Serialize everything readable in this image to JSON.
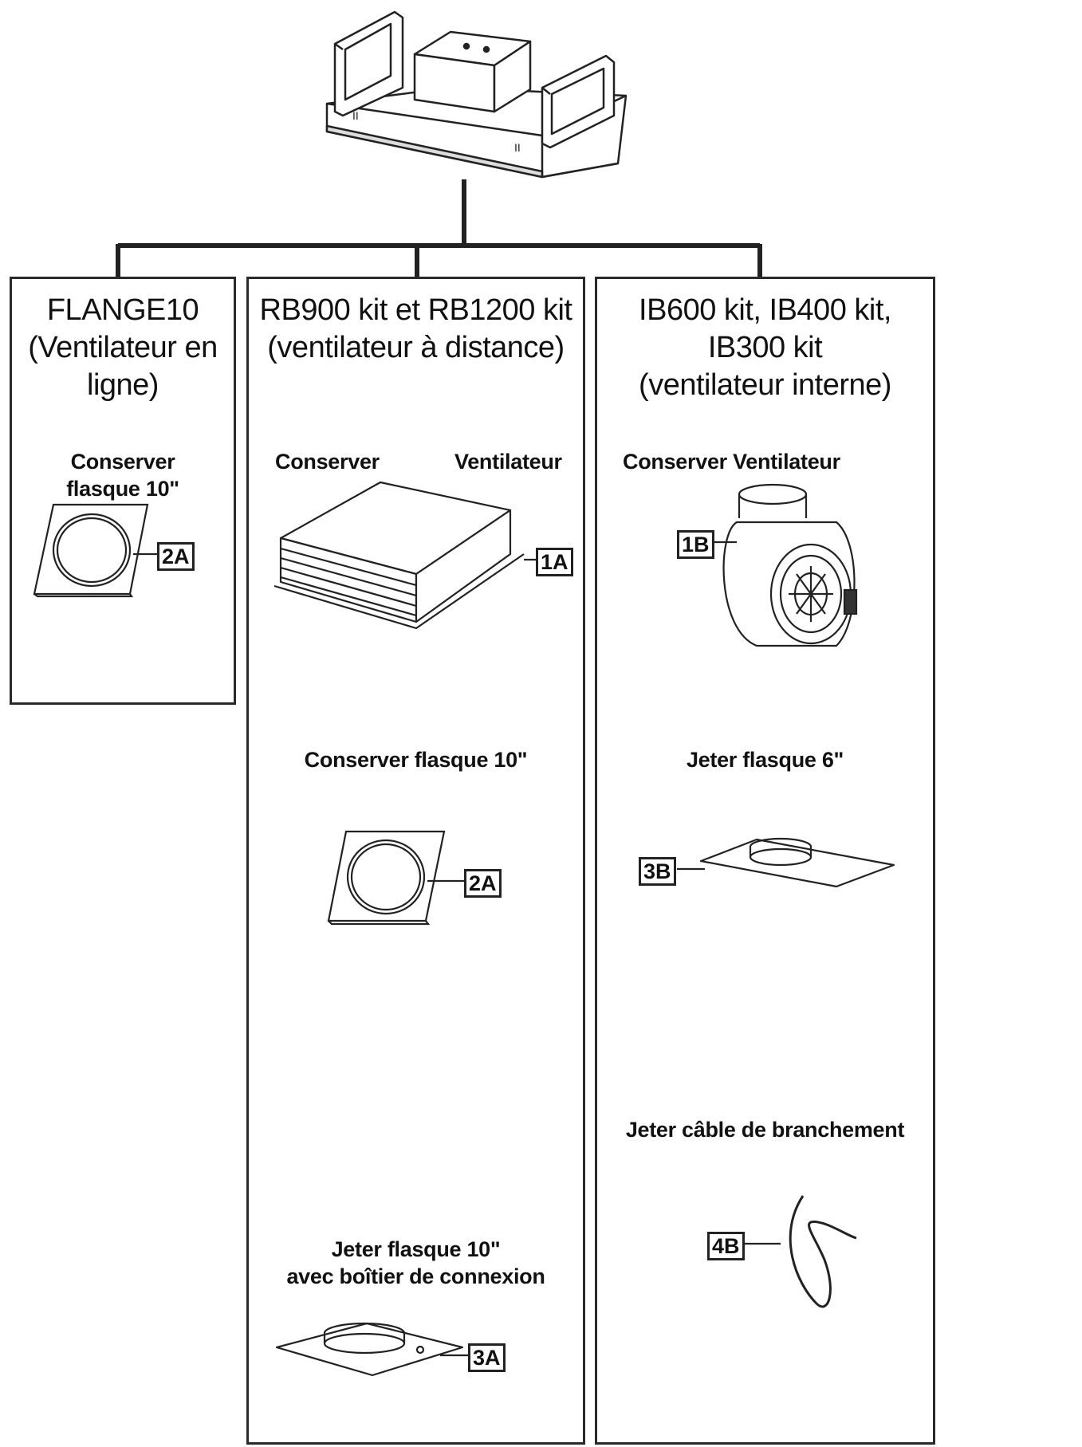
{
  "columns": [
    {
      "title_lines": [
        "FLANGE10",
        "(Ventilateur en",
        "ligne)"
      ],
      "items": [
        {
          "label_lines": [
            "Conserver",
            "flasque 10\""
          ],
          "tag": "2A"
        }
      ]
    },
    {
      "title_lines": [
        "RB900 kit et RB1200 kit",
        "(ventilateur à distance)"
      ],
      "items": [
        {
          "label_left": "Conserver",
          "label_right": "Ventilateur",
          "tag": "1A"
        },
        {
          "label_lines": [
            "Conserver flasque 10\""
          ],
          "tag": "2A"
        },
        {
          "label_lines": [
            "Jeter flasque 10\"",
            "avec boîtier de connexion"
          ],
          "tag": "3A"
        }
      ]
    },
    {
      "title_lines": [
        "IB600 kit, IB400 kit,",
        "IB300 kit",
        "(ventilateur interne)"
      ],
      "items": [
        {
          "label_lines": [
            "Conserver Ventilateur"
          ],
          "tag": "1B"
        },
        {
          "label_lines": [
            "Jeter flasque 6\""
          ],
          "tag": "3B"
        },
        {
          "label_lines": [
            "Jeter câble de branchement"
          ],
          "tag": "4B"
        }
      ]
    }
  ]
}
